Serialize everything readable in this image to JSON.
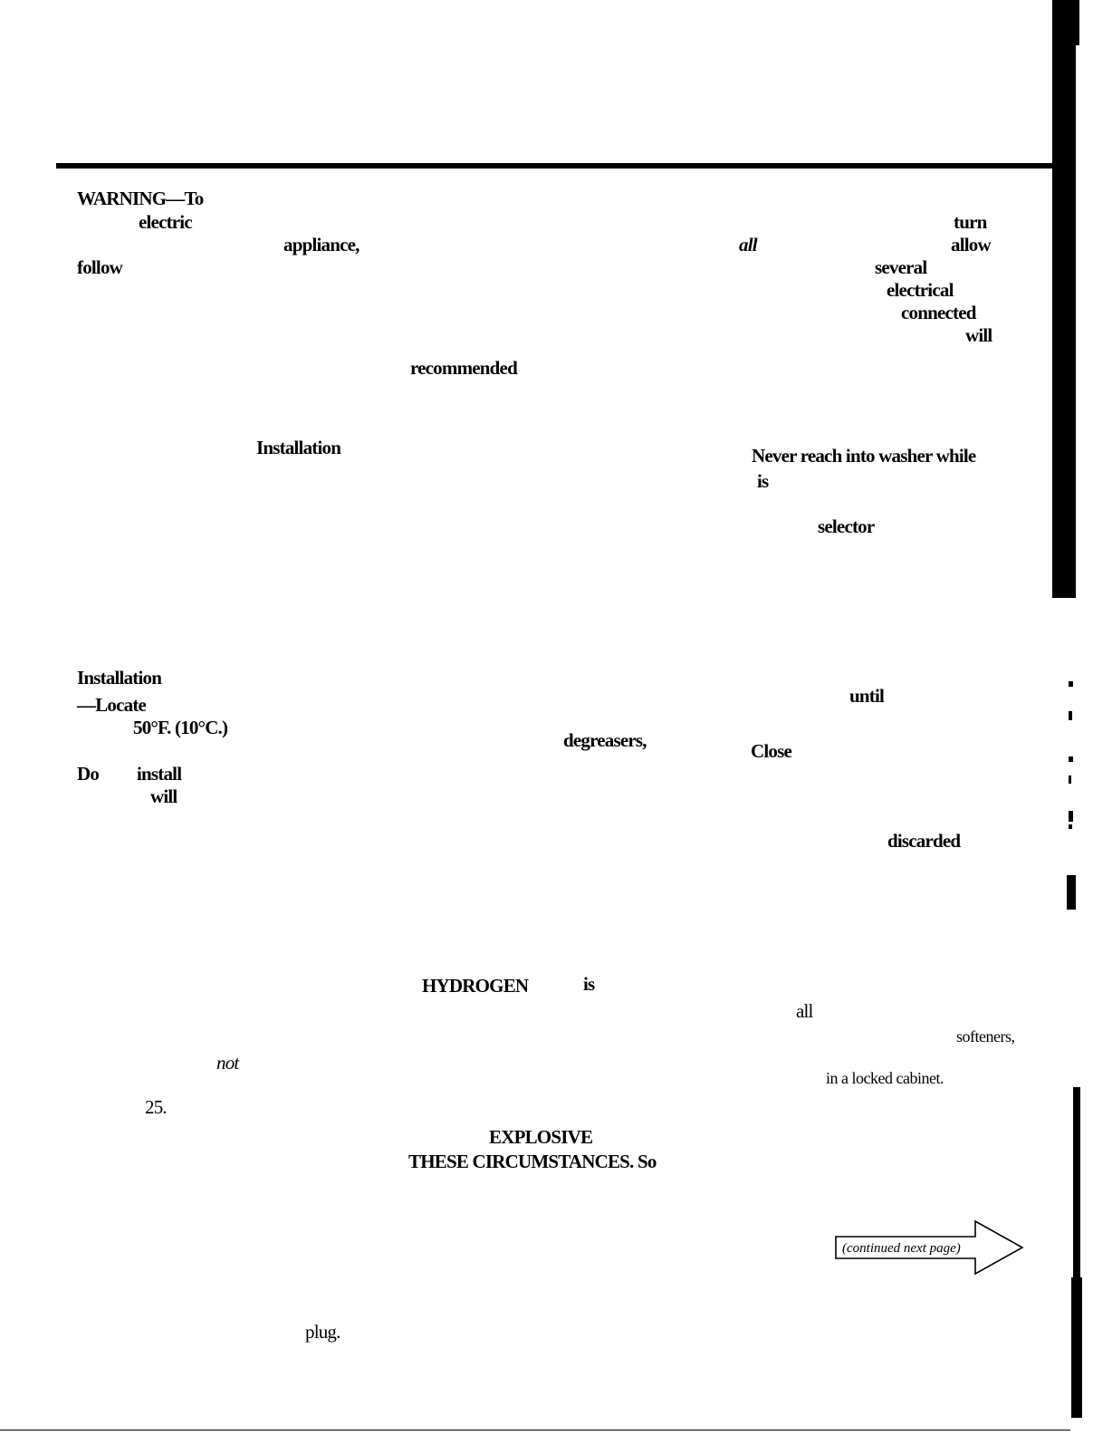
{
  "fragments": {
    "f01": "WARNING—To",
    "f02": "electric",
    "f03": "appliance,",
    "f04": "follow",
    "f05": "recommended",
    "f06": "Installation",
    "f07": "Installation",
    "f08": "—Locate",
    "f09": "50°F. (10°C.)",
    "f10": "Do",
    "f11": "install",
    "f12": "will",
    "f13": "HYDROGEN",
    "f14": "is",
    "f15": "not",
    "f16": "25.",
    "f17": "EXPLOSIVE",
    "f18": "THESE CIRCUMSTANCES. So",
    "f19": "plug.",
    "f20": "turn",
    "f21": "all",
    "f22": "allow",
    "f23": "several",
    "f24": "electrical",
    "f25": "connected",
    "f26": "will",
    "f27": "Never reach into washer while",
    "f28": "is",
    "f29": "selector",
    "f30": "until",
    "f31": "degreasers,",
    "f32": "Close",
    "f33": "discarded",
    "f34": "all",
    "f35": "softeners,",
    "f36": "in a locked cabinet."
  },
  "callout": {
    "text": "(continued next page)"
  }
}
